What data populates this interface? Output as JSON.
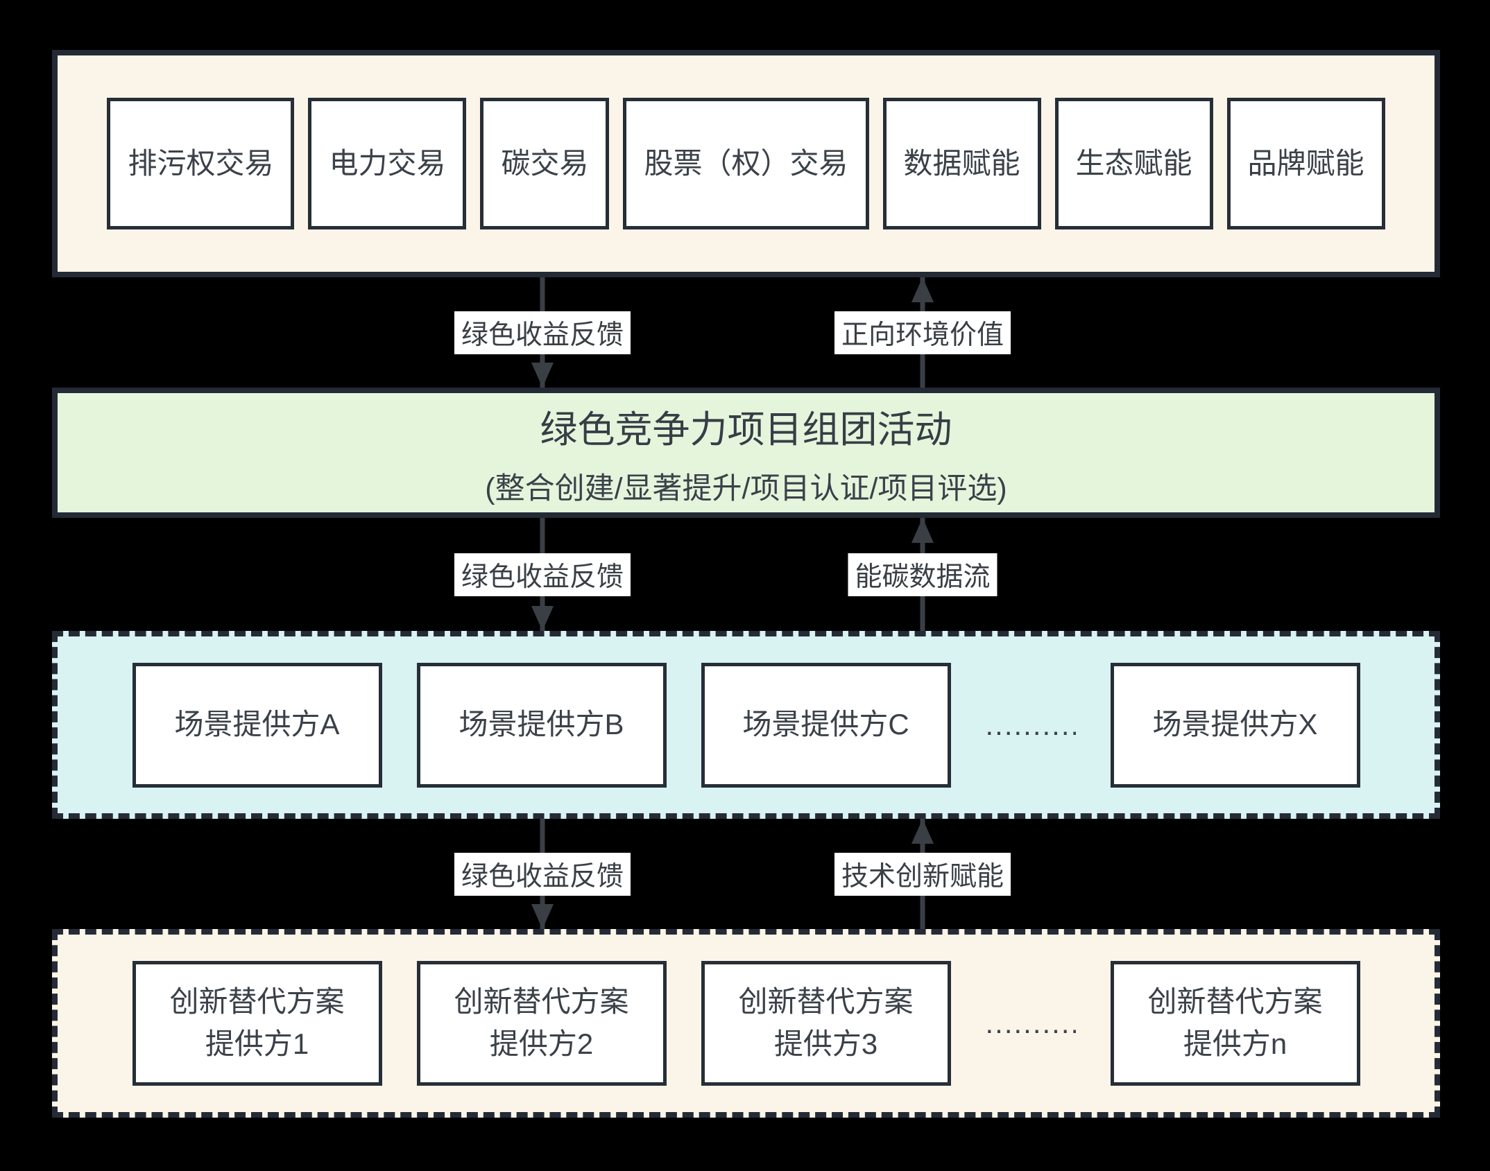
{
  "top_band": {
    "items": [
      "排污权交易",
      "电力交易",
      "碳交易",
      "股票（权）交易",
      "数据赋能",
      "生态赋能",
      "品牌赋能"
    ]
  },
  "green_band": {
    "title": "绿色竞争力项目组团活动",
    "subtitle": "(整合创建/显著提升/项目认证/项目评选)"
  },
  "scene_band": {
    "items": [
      "场景提供方A",
      "场景提供方B",
      "场景提供方C",
      "场景提供方X"
    ],
    "ellipsis": ".............."
  },
  "innovation_band": {
    "items": [
      {
        "l1": "创新替代方案",
        "l2": "提供方1"
      },
      {
        "l1": "创新替代方案",
        "l2": "提供方2"
      },
      {
        "l1": "创新替代方案",
        "l2": "提供方3"
      },
      {
        "l1": "创新替代方案",
        "l2": "提供方n"
      }
    ],
    "ellipsis": "............."
  },
  "flows": [
    {
      "down": "绿色收益反馈",
      "up": "正向环境价值"
    },
    {
      "down": "绿色收益反馈",
      "up": "能碳数据流"
    },
    {
      "down": "绿色收益反馈",
      "up": "技术创新赋能"
    }
  ],
  "colors": {
    "background": "#000000",
    "band_border": "#232a35",
    "top_band_bg": "#faf5e8",
    "green_band_bg": "#e4f5dc",
    "scene_band_bg": "#d9f2f2",
    "innovation_band_bg": "#faf5e8",
    "node_bg": "#ffffff",
    "text": "#3b4149",
    "arrow": "#3a3f46"
  }
}
